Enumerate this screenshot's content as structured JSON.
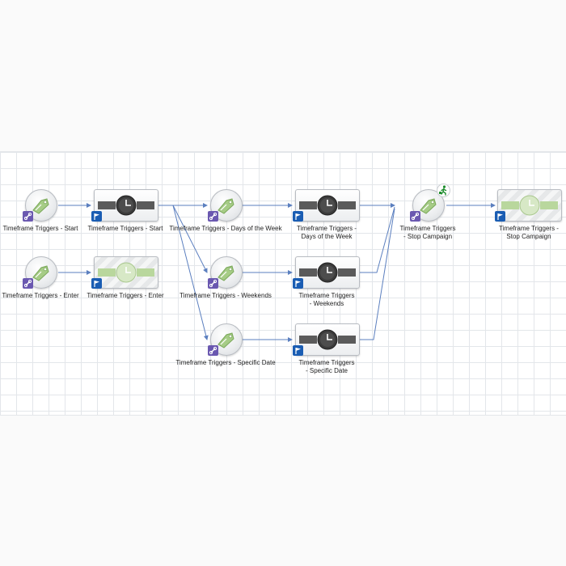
{
  "colors": {
    "connector": "#5b7fbf",
    "flag_badge": "#1a5db3",
    "link_badge": "#6a58b0",
    "tag_green": "#a6cc86",
    "clock_bar": "#5b5b5b",
    "disabled_bar": "#b9d79d",
    "run_icon": "#1f8d2e"
  },
  "nodes": {
    "start_trigger": {
      "line1": "Timeframe Triggers - Start",
      "line2": "",
      "icon": "tag-icon",
      "badge": "link-icon"
    },
    "start_wait": {
      "line1": "Timeframe Triggers - Start",
      "line2": "",
      "icon": "clock-icon",
      "badge": "flag-icon"
    },
    "enter_trigger": {
      "line1": "Timeframe Triggers - Enter",
      "line2": "",
      "icon": "tag-icon",
      "badge": "link-icon"
    },
    "enter_wait": {
      "line1": "Timeframe Triggers - Enter",
      "line2": "",
      "icon": "clock-icon",
      "badge": "flag-icon"
    },
    "dow_trigger": {
      "line1": "Timeframe Triggers - Days of the Week",
      "line2": "",
      "icon": "tag-icon",
      "badge": "link-icon"
    },
    "dow_wait": {
      "line1": "Timeframe Triggers -",
      "line2": "Days of the Week",
      "icon": "clock-icon",
      "badge": "flag-icon"
    },
    "weekend_trigger": {
      "line1": "Timeframe Triggers - Weekends",
      "line2": "",
      "icon": "tag-icon",
      "badge": "link-icon"
    },
    "weekend_wait": {
      "line1": "Timeframe Triggers",
      "line2": "- Weekends",
      "icon": "clock-icon",
      "badge": "flag-icon"
    },
    "date_trigger": {
      "line1": "Timeframe Triggers - Specific Date",
      "line2": "",
      "icon": "tag-icon",
      "badge": "link-icon"
    },
    "date_wait": {
      "line1": "Timeframe Triggers",
      "line2": "- Specific Date",
      "icon": "clock-icon",
      "badge": "flag-icon"
    },
    "stop_trigger": {
      "line1": "Timeframe Triggers",
      "line2": "- Stop Campaign",
      "icon": "tag-icon",
      "badge": "link-icon",
      "status_icon": "running-person-icon"
    },
    "stop_wait": {
      "line1": "Timeframe Triggers -",
      "line2": "Stop Campaign",
      "icon": "clock-icon",
      "badge": "flag-icon"
    }
  }
}
